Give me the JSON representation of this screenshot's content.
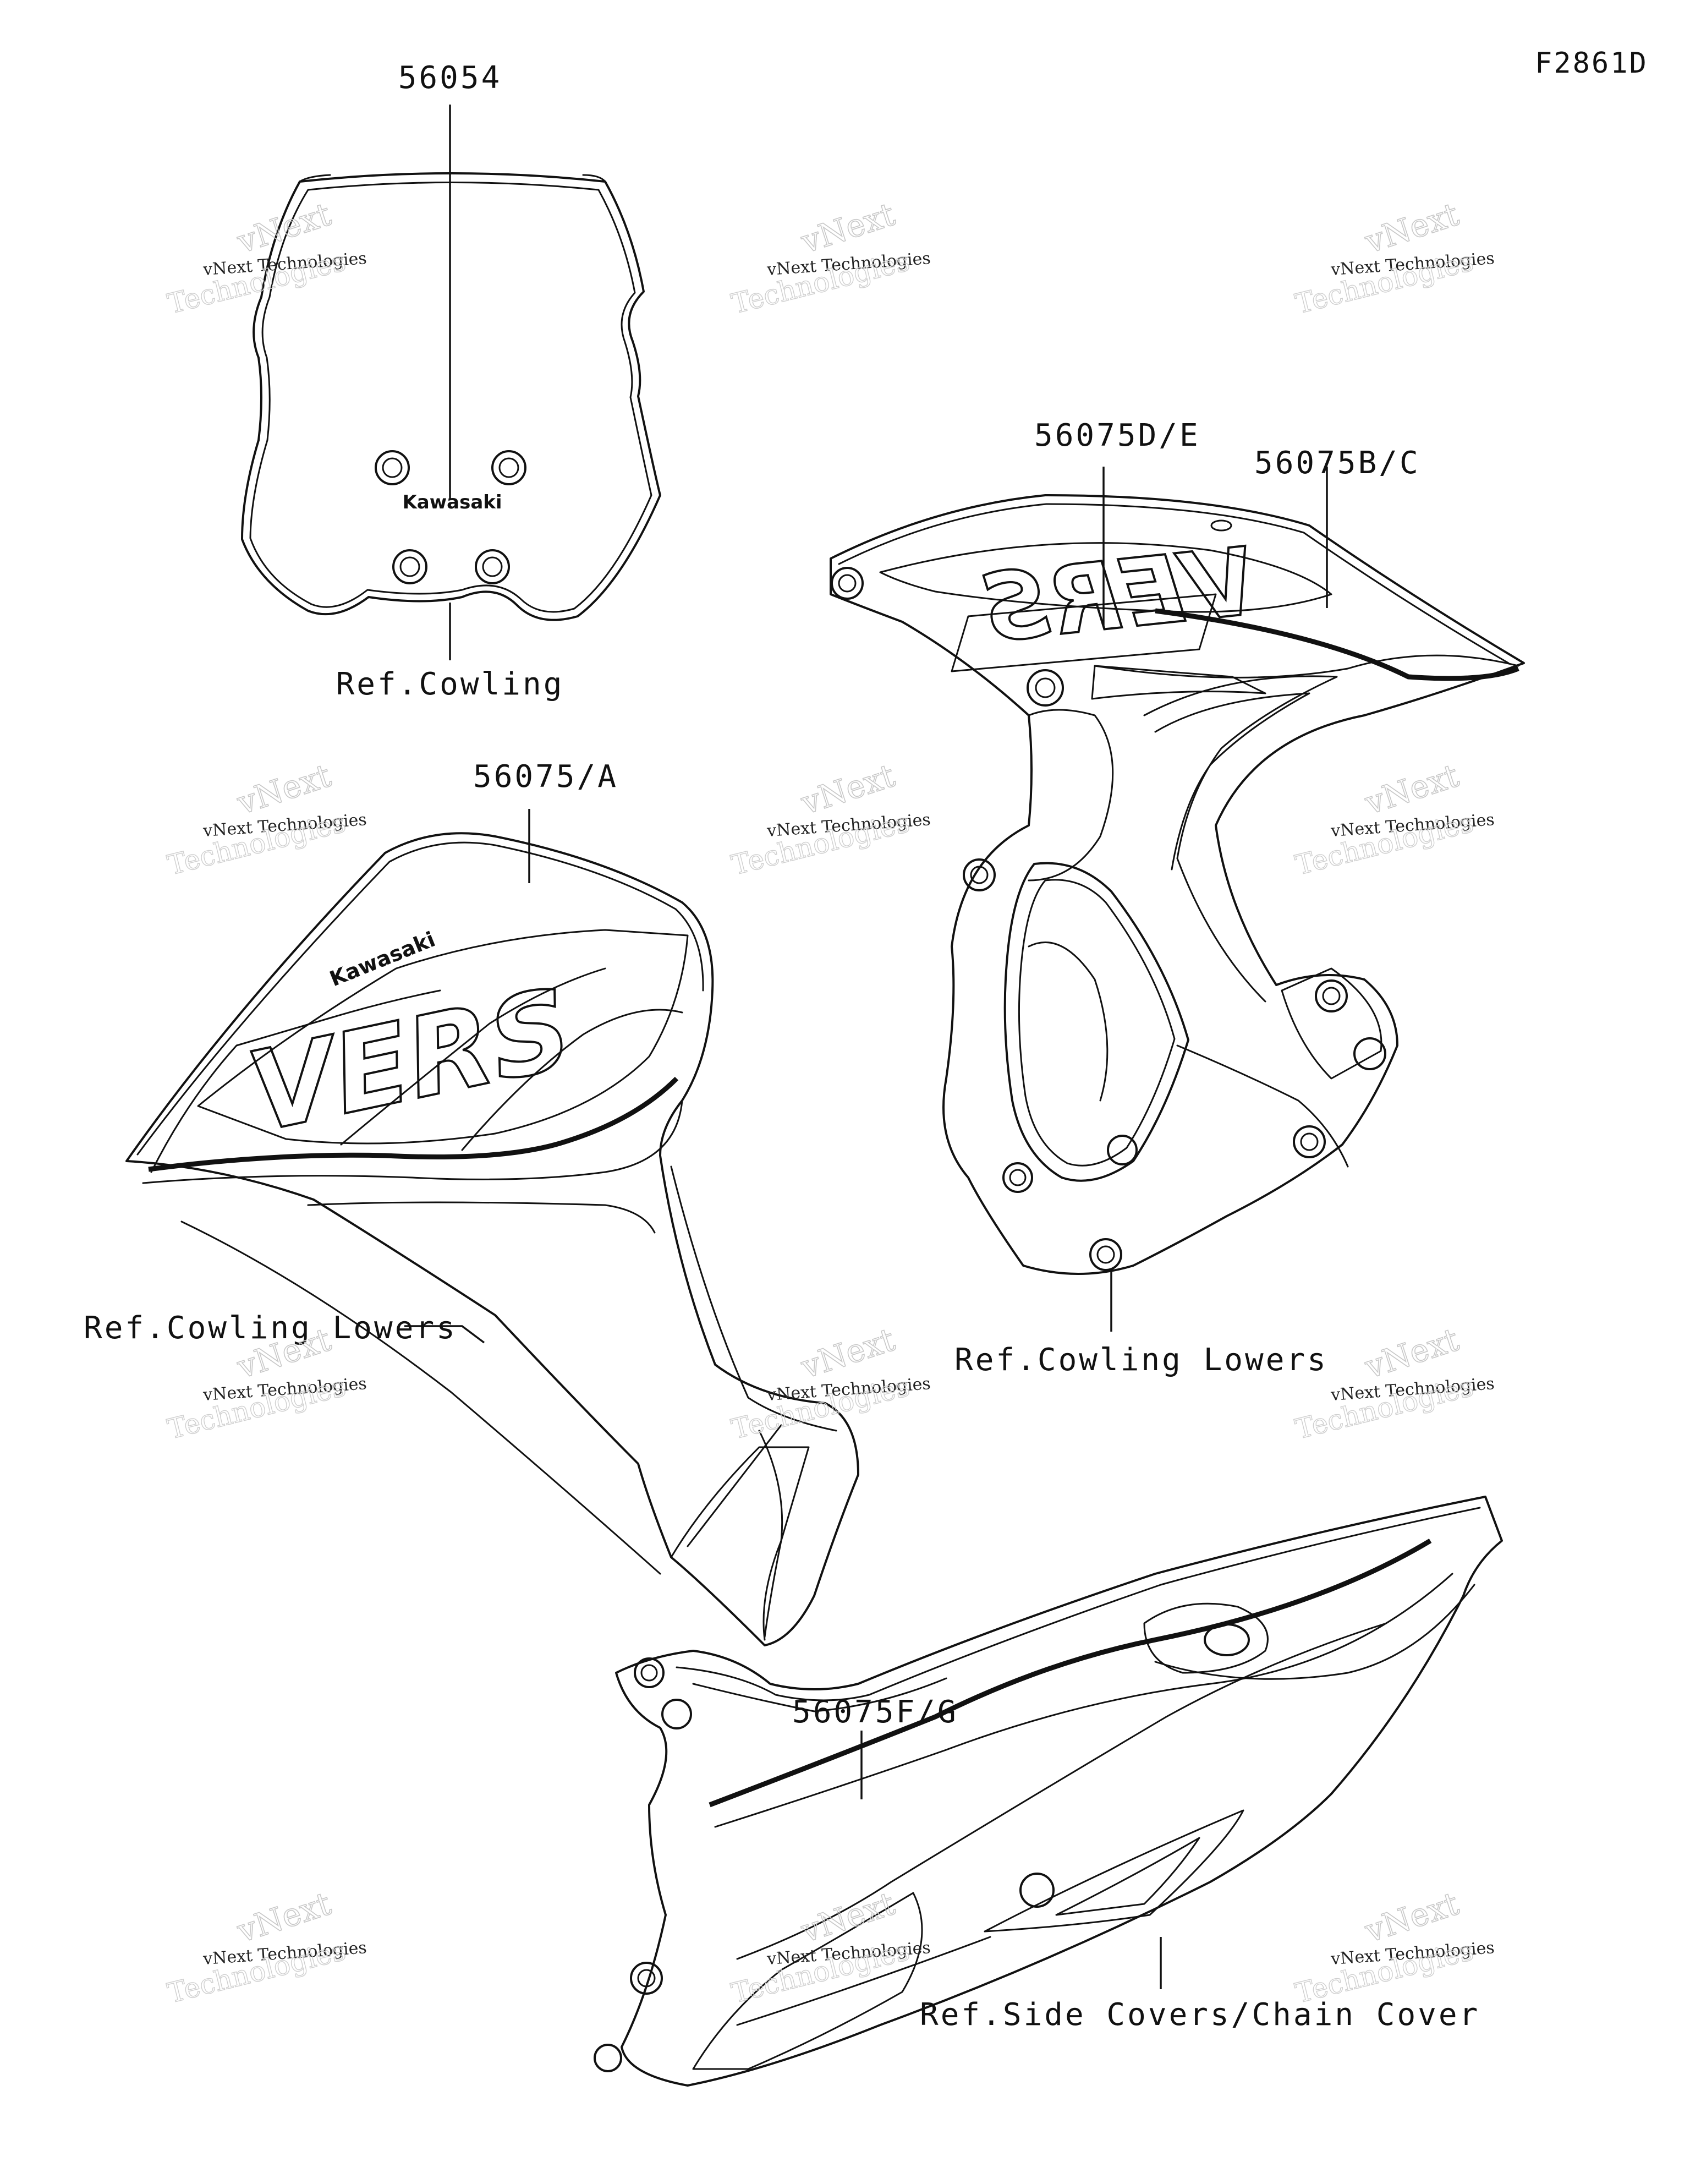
{
  "figure_id": "F2861D",
  "labels": {
    "part_56054": "56054",
    "ref_cowling": "Ref.Cowling",
    "part_56075_de": "56075D/E",
    "part_56075_bc": "56075B/C",
    "part_56075_a": "56075/A",
    "ref_cowling_lowers_left": "Ref.Cowling Lowers",
    "ref_cowling_lowers_right": "Ref.Cowling Lowers",
    "part_56075_fg": "56075F/G",
    "ref_side_covers": "Ref.Side Covers/Chain Cover"
  },
  "decals": {
    "windshield_brand": "Kawasaki",
    "left_brand": "Kawasaki",
    "left_model": "VERS",
    "right_model": "VERS"
  },
  "watermark": {
    "line1": "vNext Technologies",
    "line2": "vNext",
    "line3": "Technologies"
  }
}
